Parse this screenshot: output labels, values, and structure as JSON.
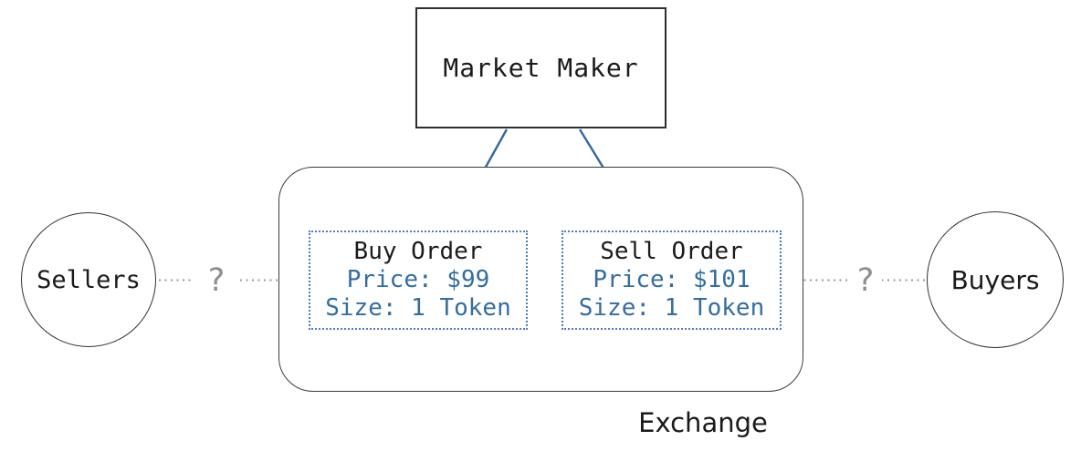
{
  "market_maker": {
    "label": "Market Maker"
  },
  "exchange": {
    "label": "Exchange"
  },
  "orders": {
    "buy": {
      "title": "Buy Order",
      "price": "Price: $99",
      "size": "Size: 1 Token"
    },
    "sell": {
      "title": "Sell Order",
      "price": "Price: $101",
      "size": "Size: 1 Token"
    }
  },
  "participants": {
    "sellers": {
      "label": "Sellers"
    },
    "buyers": {
      "label": "Buyers"
    }
  },
  "connectors": {
    "sellers_to_buy_order": {
      "label": "?"
    },
    "buyers_to_sell_order": {
      "label": "?"
    }
  },
  "colors": {
    "order_text_blue": "#336da2",
    "arrow_blue": "#3465a4",
    "order_border_blue": "#4a7cc4",
    "connector_gray": "#8f8f8f",
    "outline_black": "#2e2e2e",
    "background": "#ffffff"
  }
}
